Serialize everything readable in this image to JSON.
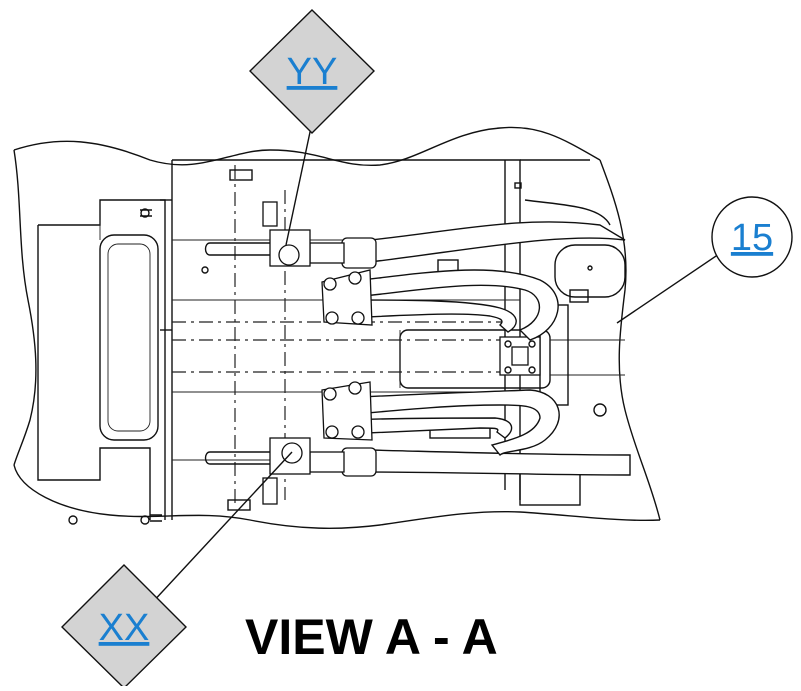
{
  "diagram": {
    "view_title": "VIEW A - A",
    "callouts": [
      {
        "id": "yy",
        "label": "YY",
        "shape": "diamond"
      },
      {
        "id": "xx",
        "label": "XX",
        "shape": "diamond"
      },
      {
        "id": "item-15",
        "label": "15",
        "shape": "circle"
      }
    ],
    "colors": {
      "callout_text": "#1a7fd0",
      "diamond_fill": "#d3d3d3",
      "line": "#111111"
    }
  }
}
